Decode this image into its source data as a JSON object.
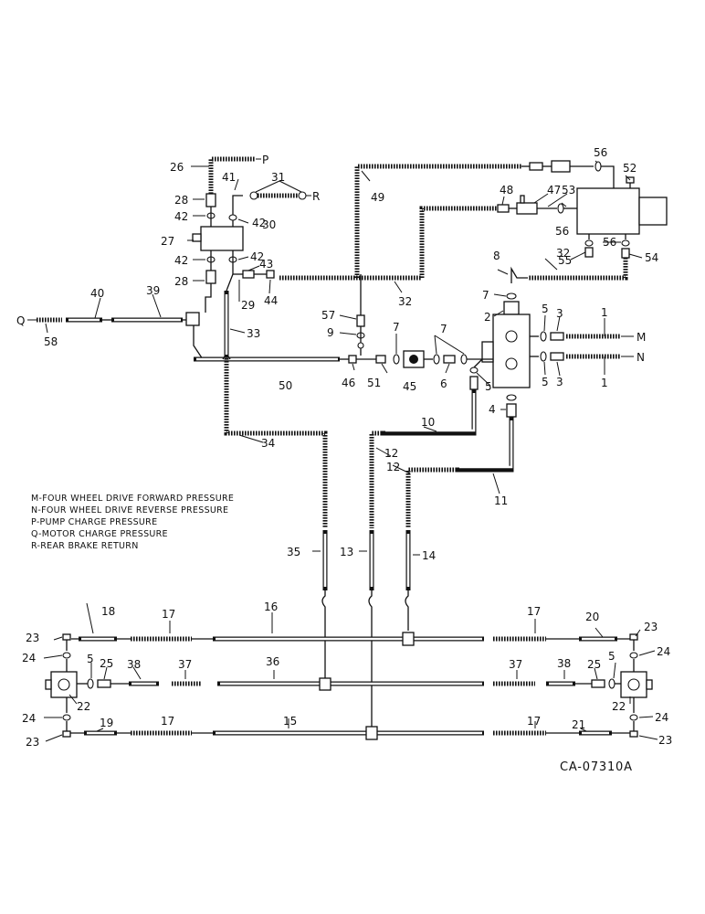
{
  "legend": {
    "m": "M-FOUR WHEEL DRIVE FORWARD PRESSURE",
    "n": "N-FOUR WHEEL DRIVE REVERSE PRESSURE",
    "p": "P-PUMP CHARGE PRESSURE",
    "q": "Q-MOTOR CHARGE PRESSURE",
    "r": "R-REAR BRAKE RETURN"
  },
  "drawing_code": "CA-07310A",
  "ports": {
    "m": "M",
    "n": "N",
    "p": "P",
    "q": "Q",
    "r": "R"
  },
  "callouts": {
    "n1": "1",
    "n2": "2",
    "n3": "3",
    "n4": "4",
    "n5": "5",
    "n6": "6",
    "n7": "7",
    "n8": "8",
    "n9": "9",
    "n10": "10",
    "n11": "11",
    "n12": "12",
    "n13": "13",
    "n14": "14",
    "n15": "15",
    "n16": "16",
    "n17": "17",
    "n18": "18",
    "n19": "19",
    "n20": "20",
    "n21": "21",
    "n22": "22",
    "n23": "23",
    "n24": "24",
    "n25": "25",
    "n26": "26",
    "n27": "27",
    "n28": "28",
    "n29": "29",
    "n30": "30",
    "n31": "31",
    "n32": "32",
    "n33": "33",
    "n34": "34",
    "n35": "35",
    "n36": "36",
    "n37": "37",
    "n38": "38",
    "n39": "39",
    "n40": "40",
    "n41": "41",
    "n42": "42",
    "n43": "43",
    "n44": "44",
    "n45": "45",
    "n46": "46",
    "n47": "47",
    "n48": "48",
    "n49": "49",
    "n50": "50",
    "n51": "51",
    "n52": "52",
    "n53": "53",
    "n54": "54",
    "n55": "55",
    "n56": "56",
    "n57": "57",
    "n58": "58"
  }
}
